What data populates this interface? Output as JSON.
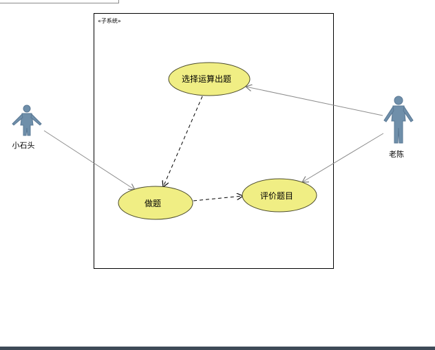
{
  "system": {
    "stereotype": "«子系统»"
  },
  "actors": [
    {
      "id": "actor-xiaoshitou",
      "label": "小石头"
    },
    {
      "id": "actor-laochen",
      "label": "老陈"
    }
  ],
  "use_cases": [
    {
      "id": "uc-generate",
      "label": "选择运算出题"
    },
    {
      "id": "uc-do",
      "label": "做题"
    },
    {
      "id": "uc-evaluate",
      "label": "评价题目"
    }
  ],
  "colors": {
    "usecase_fill": "#f0ee84",
    "usecase_stroke": "#4a4a2a",
    "actor_fill": "#6f8faa",
    "association": "#8c8c8c",
    "dependency": "#000000",
    "frame_bottom": "#3e4a57"
  }
}
